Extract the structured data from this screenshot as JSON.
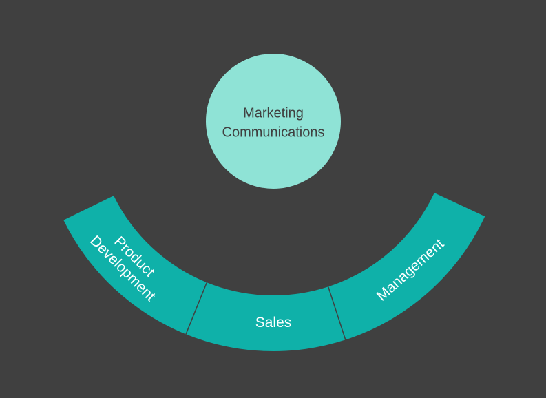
{
  "hub": {
    "line1": "Marketing",
    "line2": "Communications"
  },
  "segments": [
    {
      "line1": "Product",
      "line2": "Development"
    },
    {
      "line1": "Sales"
    },
    {
      "line1": "Management"
    }
  ],
  "colors": {
    "background": "#404040",
    "hub_fill": "#8fe3d6",
    "hub_text": "#404040",
    "segment_fill": "#0fb1a9",
    "segment_text": "#ffffff",
    "divider": "#404040"
  }
}
